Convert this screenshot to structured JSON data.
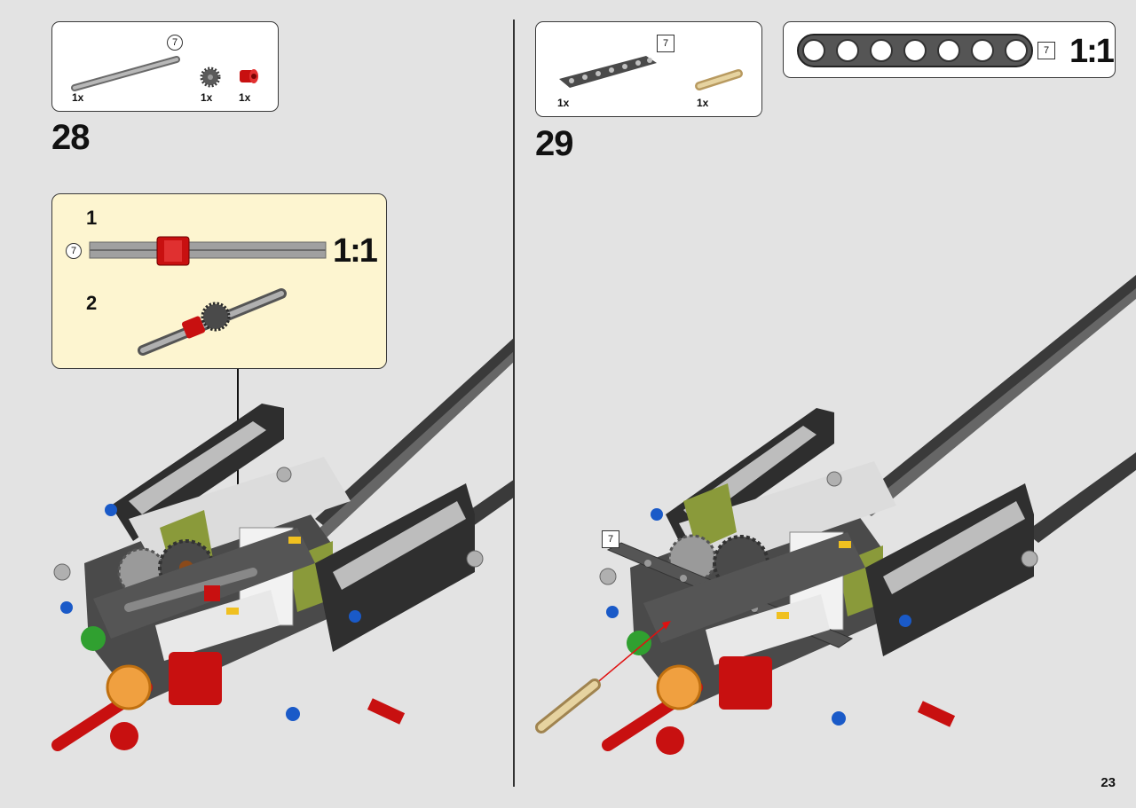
{
  "page_number": "23",
  "step_28": {
    "step_number": "28",
    "parts": [
      {
        "icon": "axle-7-icon",
        "qty": "1x",
        "length_badge": "7"
      },
      {
        "icon": "gear-small-icon",
        "qty": "1x"
      },
      {
        "icon": "bush-red-icon",
        "qty": "1x"
      }
    ],
    "callout": {
      "substep_1": "1",
      "substep_2": "2",
      "length_badge": "7",
      "scale_label": "1:1"
    }
  },
  "step_29": {
    "step_number": "29",
    "parts": [
      {
        "icon": "beam-7-icon",
        "qty": "1x",
        "length_badge": "7"
      },
      {
        "icon": "pin-tan-icon",
        "qty": "1x"
      }
    ],
    "scale_box": {
      "length_badge": "7",
      "scale_label": "1:1"
    },
    "model_badge": "7"
  },
  "colors": {
    "page_bg": "#e3e3e3",
    "callout_bg": "#fdf5d0",
    "accent_red": "#d01010",
    "dark_gray": "#4a4a4a",
    "light_gray": "#a8a8a8"
  }
}
